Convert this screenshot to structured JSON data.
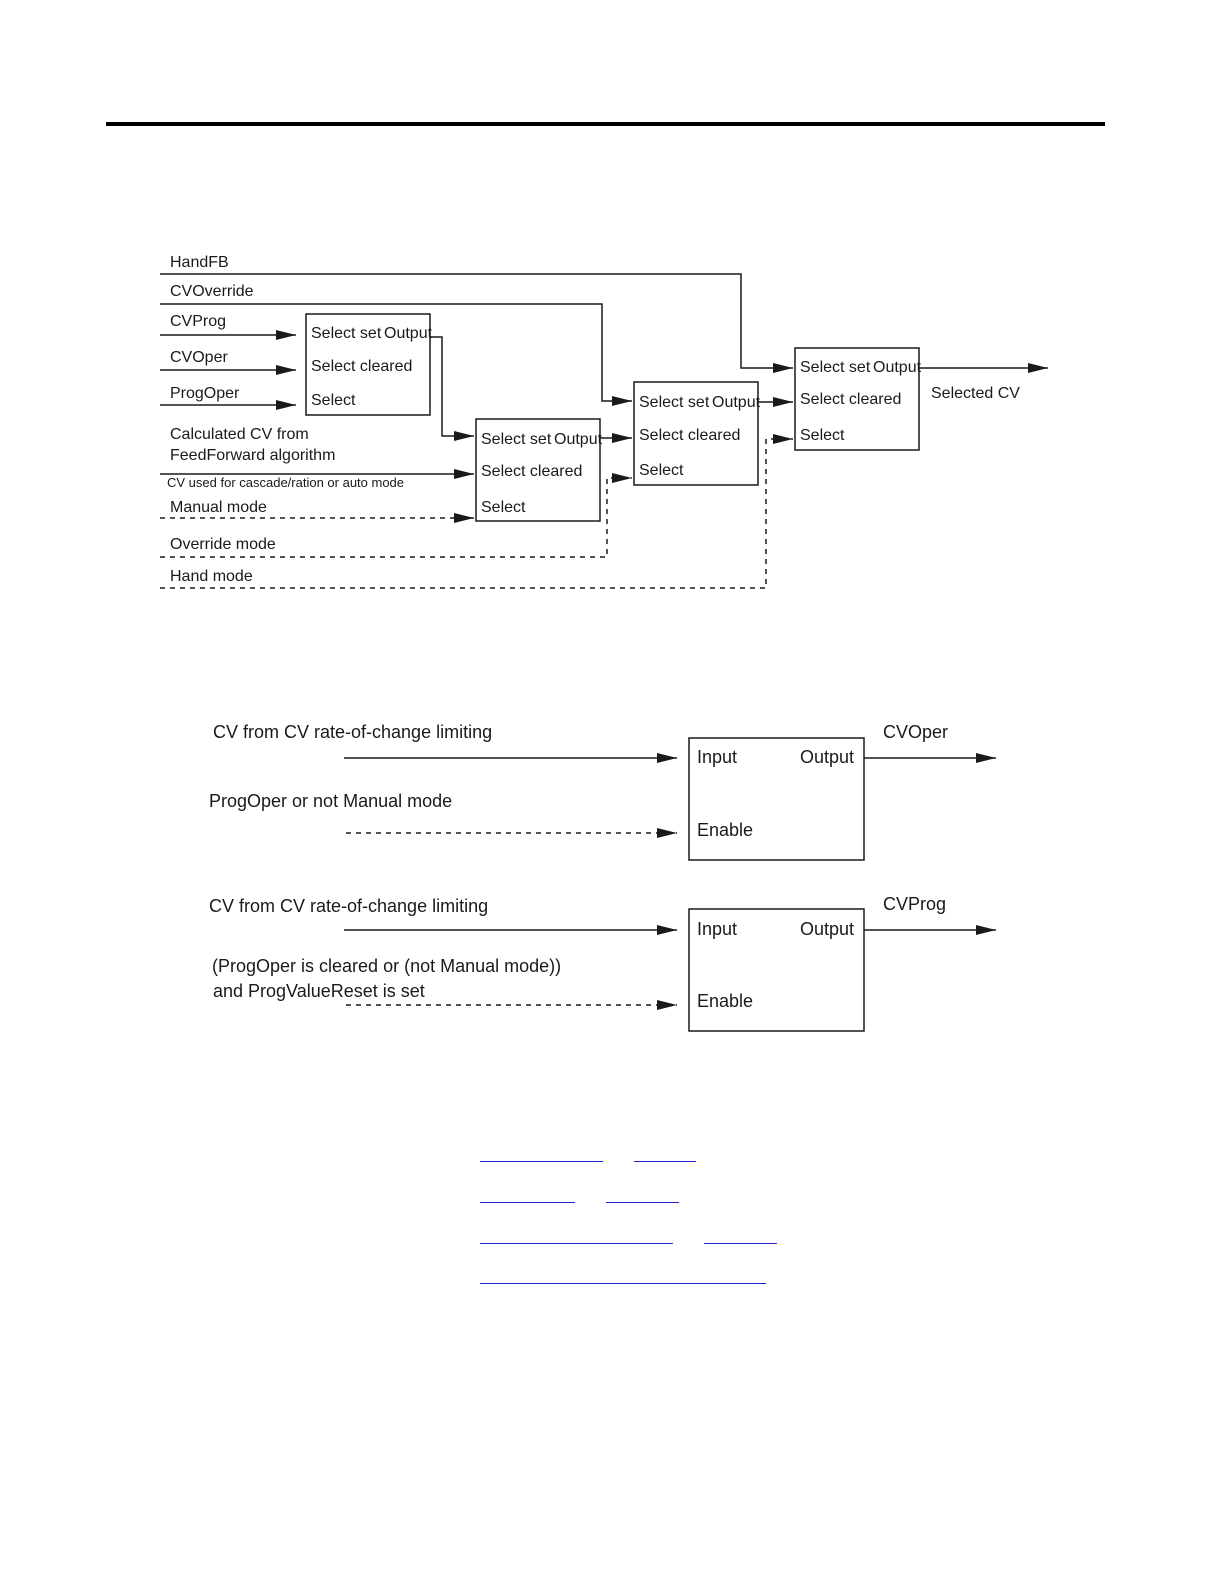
{
  "diagram1": {
    "inputs": {
      "handfb": "HandFB",
      "cvoverride": "CVOverride",
      "cvprog": "CVProg",
      "cvoper": "CVOper",
      "progoper": "ProgOper",
      "calc_line1": "Calculated CV from",
      "calc_line2": "FeedForward algorithm",
      "cascade": "CV used for cascade/ration or auto mode",
      "manual": "Manual mode",
      "override": "Override mode",
      "hand": "Hand mode"
    },
    "block": {
      "select_set": "Select set",
      "output": "Output",
      "select_cleared": "Select cleared",
      "select": "Select"
    },
    "output_label": "Selected CV"
  },
  "diagram2": {
    "top": {
      "input_label": "CV from CV rate-of-change limiting",
      "enable_label": "ProgOper or not Manual mode",
      "output_label": "CVOper"
    },
    "bottom": {
      "input_label": "CV from CV rate-of-change limiting",
      "enable_line1": "(ProgOper is cleared or (not Manual mode))",
      "enable_line2": "and ProgValueReset is set",
      "output_label": "CVProg"
    },
    "block": {
      "input": "Input",
      "output": "Output",
      "enable": "Enable"
    }
  },
  "colors": {
    "ink": "#1a1a1a",
    "link": "#2323d6"
  }
}
